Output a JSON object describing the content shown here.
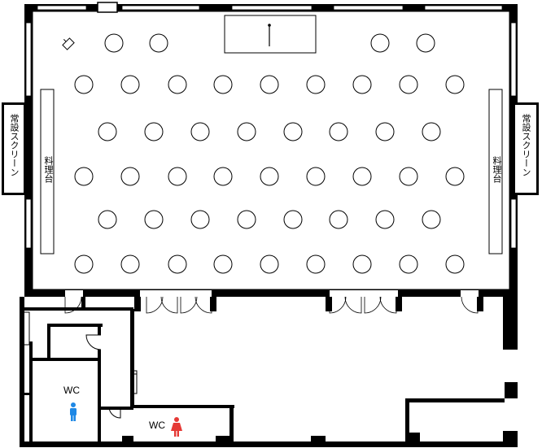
{
  "labels": {
    "screen_left": "常設スクリーン",
    "screen_right": "常設スクリーン",
    "counter_left": "料理台",
    "counter_right": "料理台",
    "wc_men": "WC",
    "wc_women": "WC"
  },
  "colors": {
    "wall": "#000000",
    "line": "#000000",
    "men_icon": "#1e88e5",
    "women_icon": "#e53935"
  },
  "icons": {
    "men": "man-icon",
    "women": "woman-icon",
    "podium": "podium-icon",
    "mic": "microphone-icon"
  }
}
